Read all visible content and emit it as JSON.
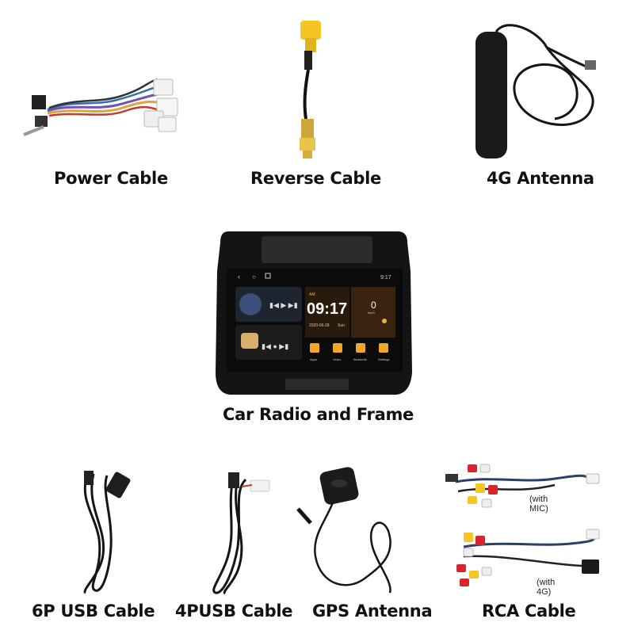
{
  "items": {
    "power_cable": "Power Cable",
    "reverse_cable": "Reverse Cable",
    "antenna_4g": "4G Antenna",
    "car_radio": "Car Radio and Frame",
    "usb_6p": "6P USB Cable",
    "usb_4p": "4PUSB Cable",
    "gps_antenna": "GPS Antenna",
    "rca_cable": "RCA Cable"
  },
  "rca_notes": {
    "mic": "(with MIC)",
    "g4": "(with 4G)"
  },
  "screen": {
    "time": "09:17",
    "am": "AM",
    "clock_small": "9:17",
    "date": "2020-06-28",
    "day": "Sun",
    "speed": "0",
    "speed_unit": "km/h",
    "apps": [
      "Apps",
      "Video",
      "Bluetooth",
      "Settings"
    ]
  },
  "colors": {
    "accent_yellow": "#f3c623",
    "rca_red": "#d7262b",
    "rca_white": "#eeeeee",
    "cable_black": "#151515"
  }
}
